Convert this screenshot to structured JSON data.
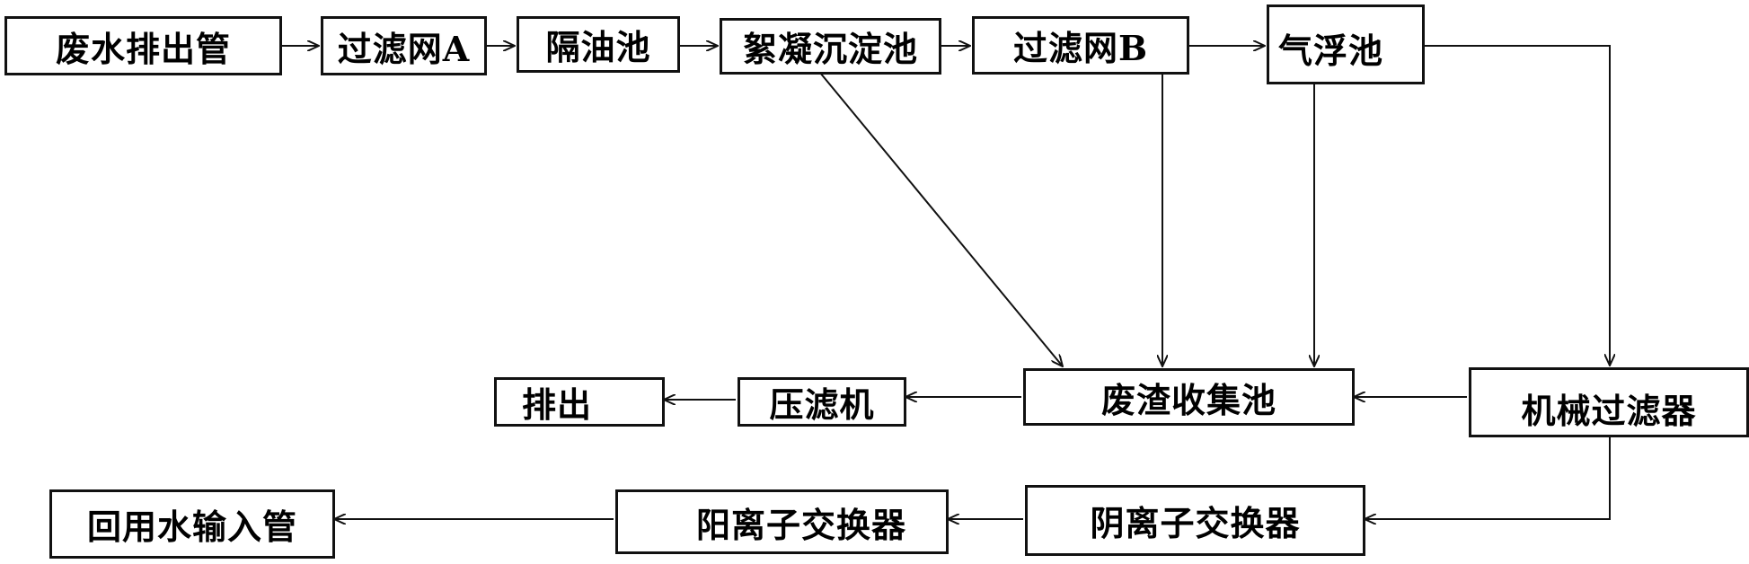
{
  "diagram": {
    "nodes": {
      "wastewater_outlet_pipe": "废水排出管",
      "filter_screen_a": "过滤网A",
      "oil_separation_tank": "隔油池",
      "flocculation_sedimentation_tank": "絮凝沉淀池",
      "filter_screen_b": "过滤网B",
      "air_flotation_tank": "气浮池",
      "sludge_collection_tank": "废渣收集池",
      "mechanical_filter": "机械过滤器",
      "filter_press": "压滤机",
      "discharge": "排出",
      "anion_exchanger": "阴离子交换器",
      "cation_exchanger": "阳离子交换器",
      "reuse_water_input_pipe": "回用水输入管"
    },
    "edges": [
      [
        "wastewater_outlet_pipe",
        "filter_screen_a"
      ],
      [
        "filter_screen_a",
        "oil_separation_tank"
      ],
      [
        "oil_separation_tank",
        "flocculation_sedimentation_tank"
      ],
      [
        "flocculation_sedimentation_tank",
        "filter_screen_b"
      ],
      [
        "filter_screen_b",
        "air_flotation_tank"
      ],
      [
        "air_flotation_tank",
        "mechanical_filter"
      ],
      [
        "flocculation_sedimentation_tank",
        "sludge_collection_tank"
      ],
      [
        "filter_screen_b",
        "sludge_collection_tank"
      ],
      [
        "air_flotation_tank",
        "sludge_collection_tank"
      ],
      [
        "mechanical_filter",
        "sludge_collection_tank"
      ],
      [
        "sludge_collection_tank",
        "filter_press"
      ],
      [
        "filter_press",
        "discharge"
      ],
      [
        "mechanical_filter",
        "anion_exchanger"
      ],
      [
        "anion_exchanger",
        "cation_exchanger"
      ],
      [
        "cation_exchanger",
        "reuse_water_input_pipe"
      ]
    ]
  }
}
